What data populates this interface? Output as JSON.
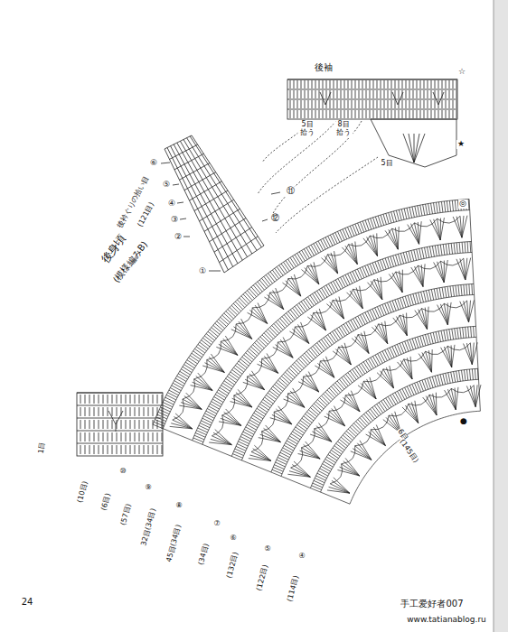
{
  "diagram": {
    "labels": [
      "後袖",
      "5目 拾う",
      "8目 拾う",
      "5目",
      "⑥",
      "⑤",
      "④",
      "③",
      "②",
      "①",
      "⑪",
      "⑫",
      "後衿ぐりの拾い目",
      "(121目)",
      "後身頃",
      "(模様編みB)",
      "1目",
      "(10目)",
      "(6目)",
      "⑩",
      "(57目)",
      "⑨",
      "32目(34目)",
      "⑧",
      "45目(34目)",
      "⑦",
      "(34目)",
      "⑥",
      "(132目)",
      "⑤",
      "(122目)",
      "④",
      "(114目)",
      "◎",
      "●",
      "☆",
      "★",
      "6目",
      "(145目)",
      "24",
      "手工爱好者007",
      "www.tatianablog.ru"
    ]
  }
}
